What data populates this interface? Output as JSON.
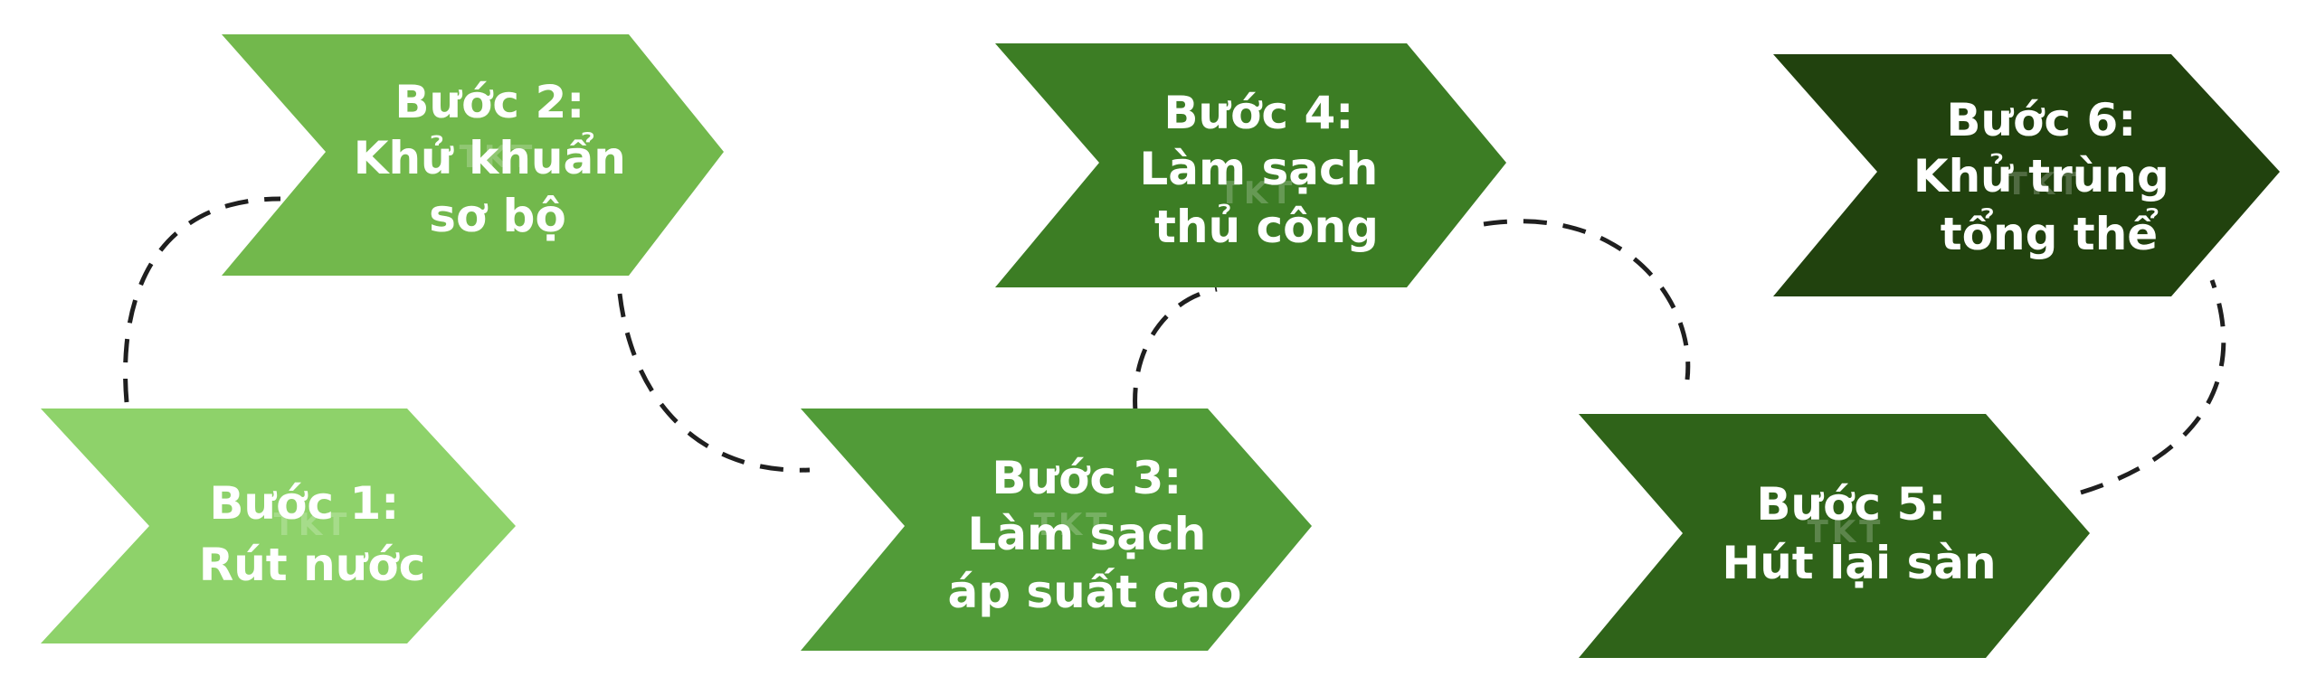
{
  "colors": {
    "step1": "#8ed26a",
    "step2": "#72b84c",
    "step3": "#519b38",
    "step4": "#3c7d24",
    "step5": "#2f6319",
    "step6": "#21420e",
    "text": "#ffffff",
    "connector": "#1f1f1f"
  },
  "watermark": "TKT",
  "steps": [
    {
      "id": "step-1",
      "lines": [
        "Bước 1:",
        "Rút nước"
      ]
    },
    {
      "id": "step-2",
      "lines": [
        "Bước 2:",
        "Khử khuẩn",
        "sơ bộ"
      ]
    },
    {
      "id": "step-3",
      "lines": [
        "Bước 3:",
        "Làm sạch",
        "áp suất cao"
      ]
    },
    {
      "id": "step-4",
      "lines": [
        "Bước 4:",
        "Làm sạch",
        "thủ công"
      ]
    },
    {
      "id": "step-5",
      "lines": [
        "Bước 5:",
        "Hút lại sàn"
      ]
    },
    {
      "id": "step-6",
      "lines": [
        "Bước 6:",
        "Khử trùng",
        "tổng thể"
      ]
    }
  ]
}
